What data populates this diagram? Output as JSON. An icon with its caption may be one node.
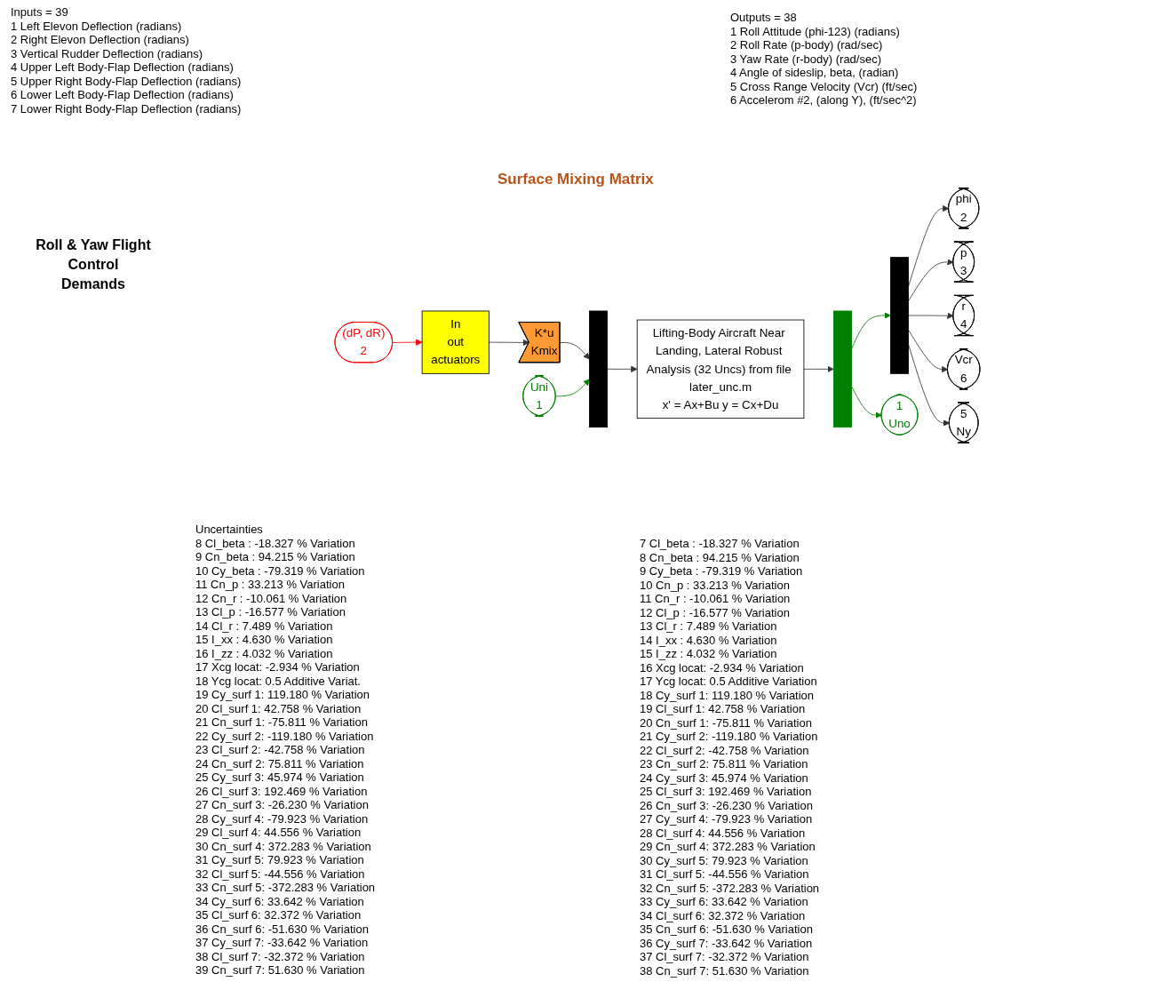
{
  "diagram": {
    "nodes": [
      {
        "text": [
          "(dP, dR)",
          "2"
        ]
      },
      {
        "text": [
          "In",
          "out",
          "actuators"
        ]
      },
      {
        "text": [
          "K*u",
          "Kmix"
        ]
      },
      {
        "text": [],
        "shape": "bar"
      },
      {
        "text": [
          "Uni",
          "1"
        ]
      },
      {
        "text": [
          "Lifting-Body Aircraft Near Landing, Lateral Robust Analysis (32 Uncs) from file later_unc.m",
          "x' = Ax+Bu y = Cx+Du"
        ]
      },
      {
        "text": [],
        "shape": "bar"
      },
      {
        "text": [],
        "shape": "bar"
      },
      {
        "text": [
          "phi",
          "2"
        ]
      },
      {
        "text": [
          "p",
          "3"
        ]
      },
      {
        "text": [
          "r",
          "4"
        ]
      },
      {
        "text": [
          "Vcr",
          "6"
        ]
      },
      {
        "text": [
          "5",
          "Ny"
        ]
      },
      {
        "text": [
          "1",
          "Uno"
        ]
      }
    ],
    "edges": [
      {
        "from": 0,
        "to": 1,
        "arrow": "to",
        "color": "#ff0000"
      },
      {
        "from": 1,
        "to": 2,
        "arrow": "to"
      },
      {
        "from": 2,
        "to": 3,
        "arrow": "to"
      },
      {
        "from": 4,
        "to": 3,
        "arrow": "to",
        "color": "#008000"
      },
      {
        "from": 3,
        "to": 5,
        "arrow": "to"
      },
      {
        "from": 5,
        "to": 6,
        "arrow": "to"
      },
      {
        "from": 6,
        "to": 7,
        "arrow": "to",
        "color": "#008000"
      },
      {
        "from": 6,
        "to": 13,
        "arrow": "to",
        "color": "#008000"
      },
      {
        "from": 7,
        "to": 8,
        "arrow": "to"
      },
      {
        "from": 7,
        "to": 9,
        "arrow": "to"
      },
      {
        "from": 7,
        "to": 10,
        "arrow": "to"
      },
      {
        "from": 7,
        "to": 11,
        "arrow": "to"
      },
      {
        "from": 7,
        "to": 12,
        "arrow": "to"
      }
    ],
    "labels": [
      "Inputs = 39",
      "1 Left Elevon Deflection (radians)",
      "2 Right Elevon Deflection (radians)",
      "3 Vertical Rudder Deflection (radians)",
      "4 Upper Left Body-Flap Deflection (radians)",
      "5 Upper Right Body-Flap Deflection (radians)",
      "6 Lower Left Body-Flap Deflection (radians)",
      "7 Lower Right Body-Flap Deflection (radians)",
      "Outputs = 38",
      "1 Roll Attitude (phi-123) (radians)",
      "2 Roll Rate (p-body) (rad/sec)",
      "3 Yaw Rate (r-body) (rad/sec)",
      "4 Angle of sideslip, beta, (radian)",
      "5 Cross Range Velocity (Vcr) (ft/sec)",
      "6 Accelerom #2, (along Y), (ft/sec^2)",
      "Roll & Yaw Flight Control Demands",
      "Surface Mixing Matrix",
      "Uncertainties",
      "8 Cl_beta : -18.327 % Variation",
      "9 Cn_beta : 94.215 % Variation",
      "10 Cy_beta : -79.319 % Variation",
      "11 Cn_p : 33.213 % Variation",
      "12 Cn_r : -10.061 % Variation",
      "13 Cl_p : -16.577 % Variation",
      "14 Cl_r : 7.489 % Variation",
      "15 I_xx : 4.630 % Variation",
      "16 I_zz : 4.032 % Variation",
      "17 Xcg locat: -2.934 % Variation",
      "18 Ycg locat: 0.5 Additive Variat.",
      "19 Cy_surf 1: 119.180 % Variation",
      "20 Cl_surf 1: 42.758 % Variation",
      "21 Cn_surf 1: -75.811 % Variation",
      "22 Cy_surf 2: -119.180 % Variation",
      "23 Cl_surf 2: -42.758 % Variation",
      "24 Cn_surf 2: 75.811 % Variation",
      "25 Cy_surf 3: 45.974 % Variation",
      "26 Cl_surf 3: 192.469 % Variation",
      "27 Cn_surf 3: -26.230 % Variation",
      "28 Cy_surf 4: -79.923 % Variation",
      "29 Cl_surf 4: 44.556 % Variation",
      "30 Cn_surf 4: 372.283 % Variation",
      "31 Cy_surf 5: 79.923 % Variation",
      "32 Cl_surf 5: -44.556 % Variation",
      "33 Cn_surf 5: -372.283 % Variation",
      "34 Cy_surf 6: 33.642 % Variation",
      "35 Cl_surf 6: 32.372 % Variation",
      "36 Cn_surf 6: -51.630 % Variation",
      "37 Cy_surf 7: -33.642 % Variation",
      "38 Cl_surf 7: -32.372 % Variation",
      "39 Cn_surf 7: 51.630 % Variation",
      "7 Cl_beta : -18.327 % Variation",
      "8 Cn_beta : 94.215 % Variation",
      "9 Cy_beta : -79.319 % Variation",
      "10 Cn_p : 33.213 % Variation",
      "11 Cn_r : -10.061 % Variation",
      "12 Cl_p : -16.577 % Variation",
      "13 Cl_r : 7.489 % Variation",
      "14 I_xx : 4.630 % Variation",
      "15 I_zz : 4.032 % Variation",
      "16 Xcg locat: -2.934 % Variation",
      "17 Ycg locat: 0.5 Additive Variation",
      "18 Cy_surf 1: 119.180 % Variation",
      "19 Cl_surf 1: 42.758 % Variation",
      "20 Cn_surf 1: -75.811 % Variation",
      "21 Cy_surf 2: -119.180 % Variation",
      "22 Cl_surf 2: -42.758 % Variation",
      "23 Cn_surf 2: 75.811 % Variation",
      "24 Cy_surf 3: 45.974 % Variation",
      "25 Cl_surf 3: 192.469 % Variation",
      "26 Cn_surf 3: -26.230 % Variation",
      "27 Cy_surf 4: -79.923 % Variation",
      "28 Cl_surf 4: 44.556 % Variation",
      "29 Cn_surf 4: 372.283 % Variation",
      "30 Cy_surf 5: 79.923 % Variation",
      "31 Cl_surf 5: -44.556 % Variation",
      "32 Cn_surf 5: -372.283 % Variation",
      "33 Cy_surf 6: 33.642 % Variation",
      "34 Cl_surf 6: 32.372 % Variation",
      "35 Cn_surf 6: -51.630 % Variation",
      "36 Cy_surf 7: -33.642 % Variation",
      "37 Cl_surf 7: -32.372 % Variation",
      "38 Cn_surf 7: 51.630 % Variation"
    ]
  }
}
